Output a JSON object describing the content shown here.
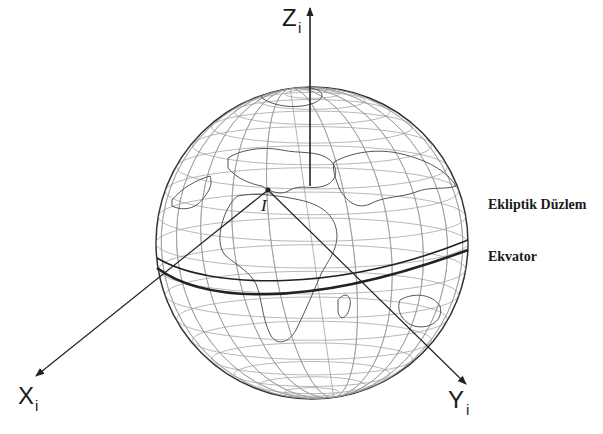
{
  "diagram": {
    "labels": [
      "Z",
      "i",
      "Ekliptik Düzlem",
      "Ekvator",
      "I",
      "X",
      "i",
      "Y",
      "i"
    ]
  }
}
